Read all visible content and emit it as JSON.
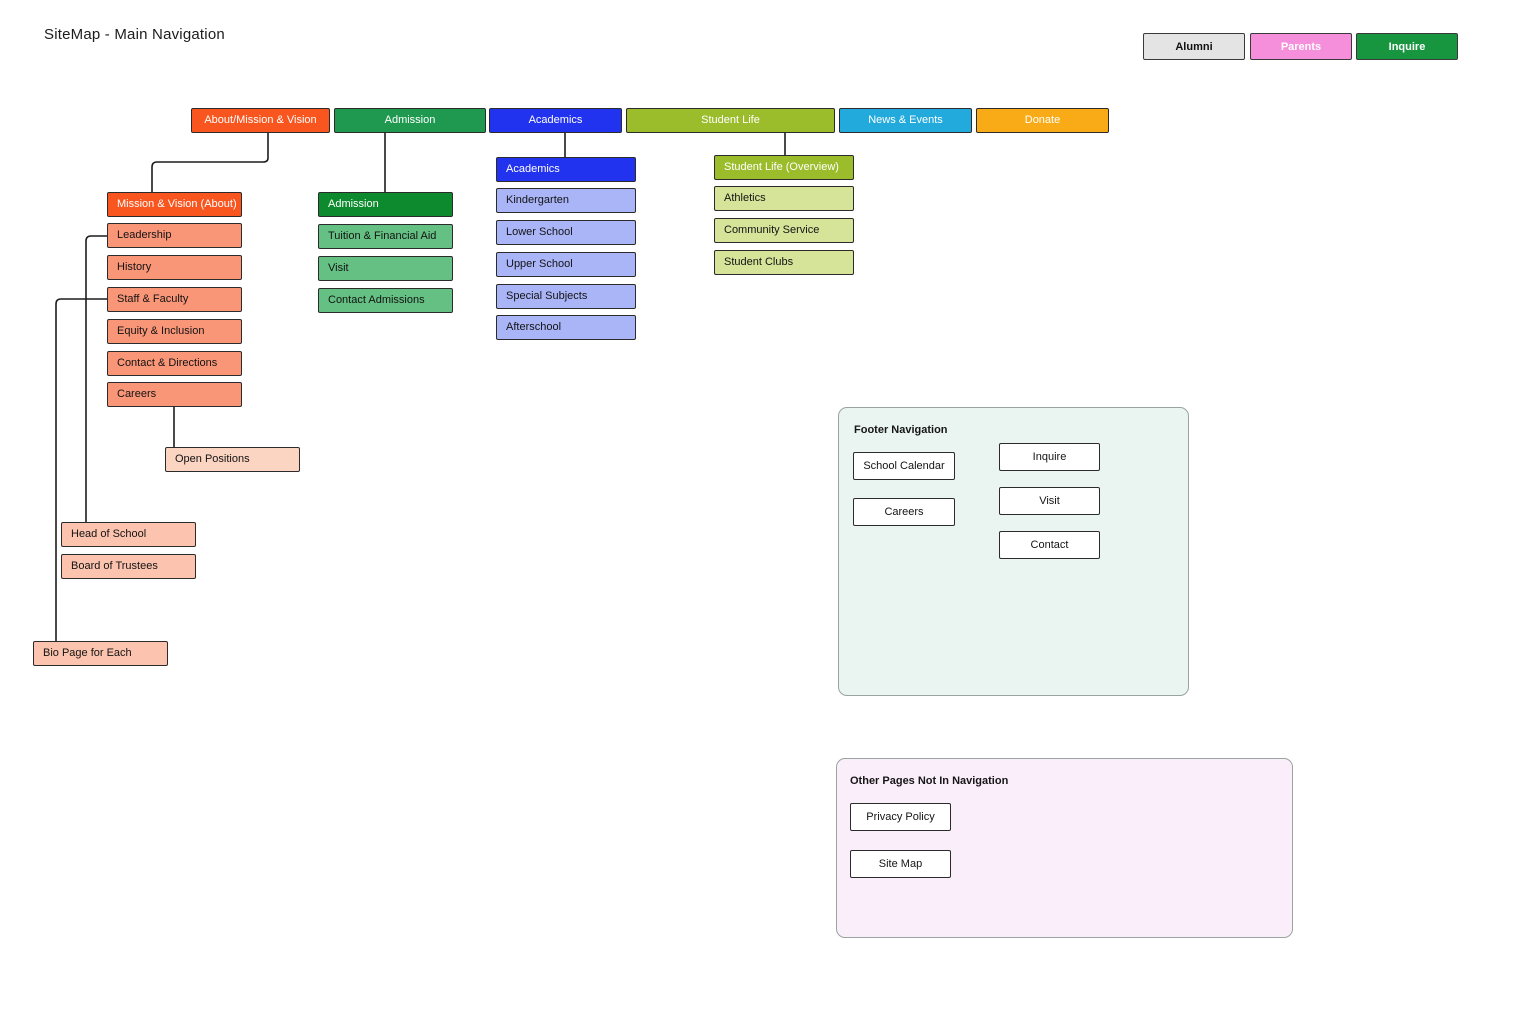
{
  "page": {
    "title": "SiteMap - Main Navigation",
    "background": "#ffffff"
  },
  "utility_buttons": [
    {
      "label": "Alumni",
      "bg": "#e4e4e4",
      "fg": "#111111"
    },
    {
      "label": "Parents",
      "bg": "#f58fdc",
      "fg": "#ffffff"
    },
    {
      "label": "Inquire",
      "bg": "#17953f",
      "fg": "#ffffff"
    }
  ],
  "top_nav": [
    {
      "label": "About/Mission & Vision",
      "bg": "#f9551f",
      "fg": "#ffffff"
    },
    {
      "label": "Admission",
      "bg": "#1f9950",
      "fg": "#ffffff"
    },
    {
      "label": "Academics",
      "bg": "#2233f0",
      "fg": "#ffffff"
    },
    {
      "label": "Student Life",
      "bg": "#9cbd2b",
      "fg": "#ffffff"
    },
    {
      "label": "News & Events",
      "bg": "#22aadd",
      "fg": "#ffffff"
    },
    {
      "label": "Donate",
      "bg": "#f8ab16",
      "fg": "#ffffff"
    }
  ],
  "about_column": {
    "head": {
      "label": "Mission & Vision (About)",
      "bg": "#f9551f",
      "fg": "#ffffff"
    },
    "items": [
      {
        "label": "Leadership",
        "bg": "#fa9678",
        "fg": "#131313"
      },
      {
        "label": "History",
        "bg": "#fa9678",
        "fg": "#131313"
      },
      {
        "label": "Staff & Faculty",
        "bg": "#fa9678",
        "fg": "#131313"
      },
      {
        "label": "Equity & Inclusion",
        "bg": "#fa9678",
        "fg": "#131313"
      },
      {
        "label": "Contact & Directions",
        "bg": "#fa9678",
        "fg": "#131313"
      },
      {
        "label": "Careers",
        "bg": "#fa9678",
        "fg": "#131313"
      }
    ]
  },
  "about_leaves": [
    {
      "label": "Open Positions",
      "bg": "#fcd4c2",
      "fg": "#131313"
    },
    {
      "label": "Head of School",
      "bg": "#fcc4ae",
      "fg": "#131313"
    },
    {
      "label": "Board of Trustees",
      "bg": "#fcc4ae",
      "fg": "#131313"
    },
    {
      "label": "Bio Page for Each",
      "bg": "#fcc4ae",
      "fg": "#131313"
    }
  ],
  "admission_column": {
    "head": {
      "label": "Admission",
      "bg": "#0d8a2e",
      "fg": "#ffffff"
    },
    "items": [
      {
        "label": "Tuition & Financial Aid",
        "bg": "#65c183",
        "fg": "#131313"
      },
      {
        "label": "Visit",
        "bg": "#65c183",
        "fg": "#131313"
      },
      {
        "label": "Contact Admissions",
        "bg": "#65c183",
        "fg": "#131313"
      }
    ]
  },
  "academics_column": {
    "head": {
      "label": "Academics",
      "bg": "#2233f0",
      "fg": "#ffffff"
    },
    "items": [
      {
        "label": "Kindergarten",
        "bg": "#aab5f8",
        "fg": "#131313"
      },
      {
        "label": "Lower School",
        "bg": "#aab5f8",
        "fg": "#131313"
      },
      {
        "label": "Upper School",
        "bg": "#aab5f8",
        "fg": "#131313"
      },
      {
        "label": "Special Subjects",
        "bg": "#aab5f8",
        "fg": "#131313"
      },
      {
        "label": "Afterschool",
        "bg": "#aab5f8",
        "fg": "#131313"
      }
    ]
  },
  "student_life_column": {
    "head": {
      "label": "Student Life (Overview)",
      "bg": "#9cbd2b",
      "fg": "#ffffff"
    },
    "items": [
      {
        "label": "Athletics",
        "bg": "#d6e49a",
        "fg": "#131313"
      },
      {
        "label": "Community Service",
        "bg": "#d6e49a",
        "fg": "#131313"
      },
      {
        "label": "Student Clubs",
        "bg": "#d6e49a",
        "fg": "#131313"
      }
    ]
  },
  "footer_panel": {
    "title": "Footer Navigation",
    "bg": "#eaf5f1",
    "left_buttons": [
      {
        "label": "School Calendar"
      },
      {
        "label": "Careers"
      }
    ],
    "right_buttons": [
      {
        "label": "Inquire"
      },
      {
        "label": "Visit"
      },
      {
        "label": "Contact"
      }
    ]
  },
  "other_pages_panel": {
    "title": "Other Pages Not In Navigation",
    "bg": "#fbeefb",
    "buttons": [
      {
        "label": "Privacy Policy"
      },
      {
        "label": "Site Map"
      }
    ]
  }
}
